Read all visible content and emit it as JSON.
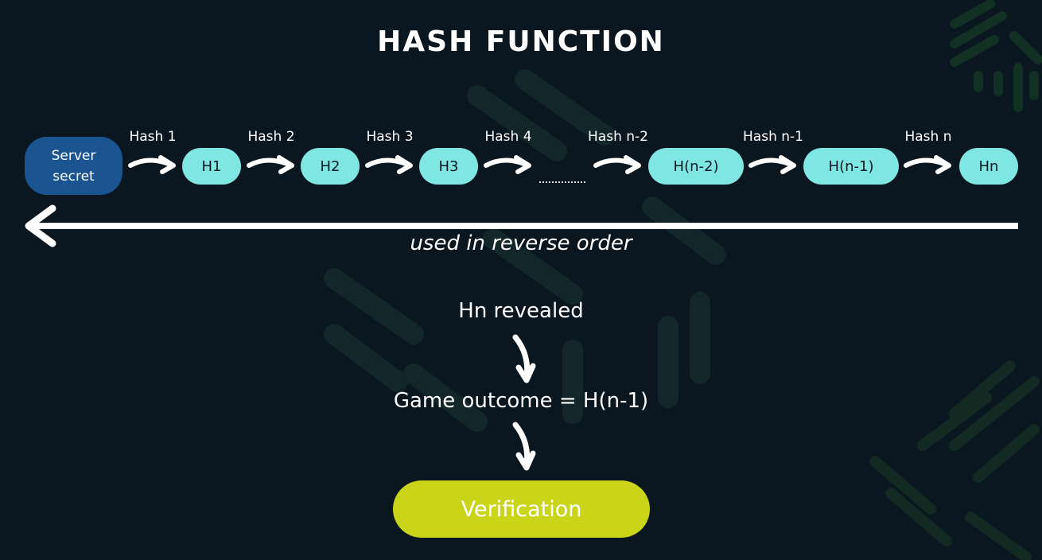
{
  "title": "HASH FUNCTION",
  "source": {
    "label": "Server secret"
  },
  "chain": [
    {
      "edge_label": "Hash 1",
      "node": "H1"
    },
    {
      "edge_label": "Hash 2",
      "node": "H2"
    },
    {
      "edge_label": "Hash 3",
      "node": "H3"
    },
    {
      "edge_label": "Hash 4",
      "node": ""
    },
    {
      "edge_label": "Hash n-2",
      "node": "H(n-2)"
    },
    {
      "edge_label": "Hash n-1",
      "node": "H(n-1)"
    },
    {
      "edge_label": "Hash n",
      "node": "Hn"
    }
  ],
  "reverse_label": "used in reverse order",
  "flow": {
    "step1": "Hn revealed",
    "step2": "Game outcome = H(n-1)",
    "final": "Verification"
  },
  "colors": {
    "background": "#0a1620",
    "node_fill": "#80e6e2",
    "source_fill": "#1b5591",
    "final_fill": "#cad419",
    "text": "#ffffff"
  }
}
